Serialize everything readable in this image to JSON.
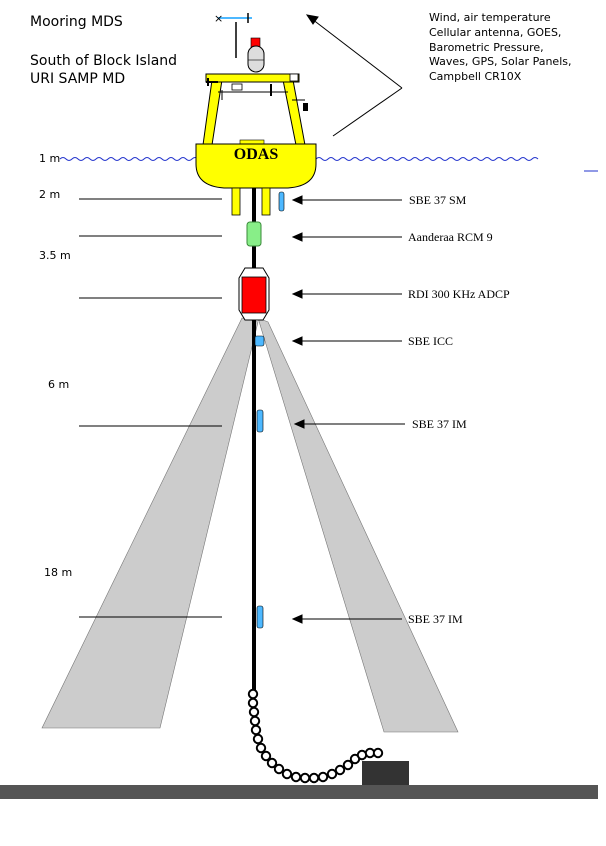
{
  "title": {
    "line1": "Mooring MDS",
    "line2": "South of Block Island",
    "line3": "URI SAMP MD"
  },
  "buoy_label": "ODAS",
  "surface_sensors": [
    "Wind, air temperature",
    "Cellular antenna, GOES,",
    "Barometric Pressure,",
    "Waves, GPS, Solar Panels,",
    "Campbell CR10X"
  ],
  "depths": [
    "1 m",
    "2 m",
    "3.5 m",
    "6 m",
    "18 m"
  ],
  "instruments": [
    "SBE 37 SM",
    "Aanderaa RCM 9",
    "RDI 300 KHz ADCP",
    "SBE ICC",
    "SBE 37 IM",
    "SBE 37 IM"
  ],
  "colors": {
    "buoy": "#ffff00",
    "adcp": "#ff0000",
    "rcm": "#88ee88",
    "sbe": "#4db8ff",
    "beam": "#cccccc",
    "water": "#2233cc",
    "seafloor": "#555555"
  }
}
